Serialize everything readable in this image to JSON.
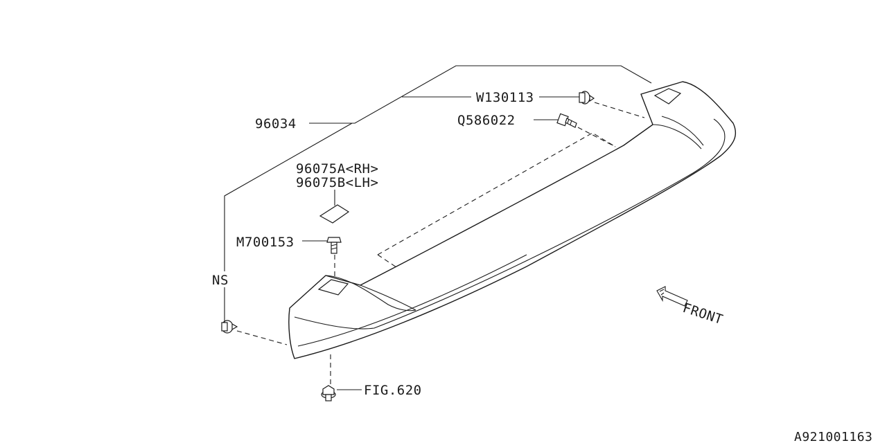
{
  "diagram": {
    "part_labels": {
      "spoiler": "96034",
      "clip_top": "W130113",
      "bolt_top": "Q586022",
      "pad_rh": "96075A<RH>",
      "pad_lh": "96075B<LH>",
      "bolt_left": "M700153",
      "not_serviced": "NS",
      "fig_ref": "FIG.620"
    },
    "front_marker": "FRONT",
    "diagram_id": "A921001163"
  }
}
